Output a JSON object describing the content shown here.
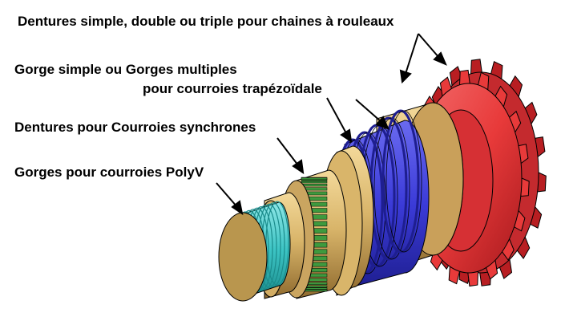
{
  "labels": {
    "chain_teeth": "Dentures simple, double ou triple pour chaines à rouleaux",
    "vbelt_line1": "Gorge simple ou Gorges multiples",
    "vbelt_line2": "pour courroies trapézoïdale",
    "sync_belt": "Dentures pour Courroies synchrones",
    "polyv": "Gorges pour courroies PolyV"
  },
  "colors": {
    "sprocket": "#e83a3a",
    "sprocket_dark": "#b81e22",
    "brass": "#d9b56a",
    "brass_dark": "#a07c3c",
    "vbelt": "#3b3bd8",
    "vbelt_dark": "#1e1e90",
    "sync_teeth": "#3e9a3e",
    "polyv": "#3cc4c4",
    "polyv_dark": "#1b8c8c",
    "outline": "#000000"
  }
}
